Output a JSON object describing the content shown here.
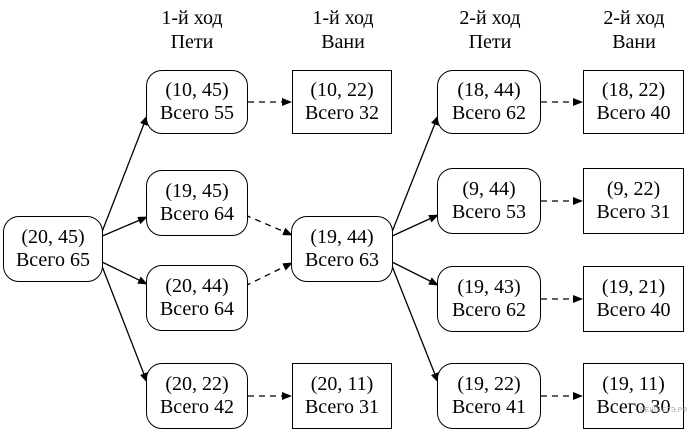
{
  "headers": [
    {
      "line1": "1-й ход",
      "line2": "Пети"
    },
    {
      "line1": "1-й ход",
      "line2": "Вани"
    },
    {
      "line1": "2-й ход",
      "line2": "Пети"
    },
    {
      "line1": "2-й ход",
      "line2": "Вани"
    }
  ],
  "nodes": {
    "root": {
      "pair": "(20, 45)",
      "total": "Всего 65"
    },
    "p1a": {
      "pair": "(10, 45)",
      "total": "Всего 55"
    },
    "p1b": {
      "pair": "(19, 45)",
      "total": "Всего 64"
    },
    "p1c": {
      "pair": "(20, 44)",
      "total": "Всего 64"
    },
    "p1d": {
      "pair": "(20, 22)",
      "total": "Всего 42"
    },
    "v1a": {
      "pair": "(10, 22)",
      "total": "Всего 32"
    },
    "v1b": {
      "pair": "(19, 44)",
      "total": "Всего 63"
    },
    "v1c": {
      "pair": "(20, 11)",
      "total": "Всего 31"
    },
    "p2a": {
      "pair": "(18, 44)",
      "total": "Всего 62"
    },
    "p2b": {
      "pair": "(9, 44)",
      "total": "Всего 53"
    },
    "p2c": {
      "pair": "(19, 43)",
      "total": "Всего 62"
    },
    "p2d": {
      "pair": "(19, 22)",
      "total": "Всего 41"
    },
    "v2a": {
      "pair": "(18, 22)",
      "total": "Всего 40"
    },
    "v2b": {
      "pair": "(9, 22)",
      "total": "Всего 31"
    },
    "v2c": {
      "pair": "(19, 21)",
      "total": "Всего 40"
    },
    "v2d": {
      "pair": "(19, 11)",
      "total": "Всего 30"
    }
  },
  "edges": [
    {
      "from": "root",
      "to": "p1a",
      "style": "solid"
    },
    {
      "from": "root",
      "to": "p1b",
      "style": "solid"
    },
    {
      "from": "root",
      "to": "p1c",
      "style": "solid"
    },
    {
      "from": "root",
      "to": "p1d",
      "style": "solid"
    },
    {
      "from": "p1a",
      "to": "v1a",
      "style": "dashed"
    },
    {
      "from": "p1b",
      "to": "v1b",
      "style": "dashed"
    },
    {
      "from": "p1c",
      "to": "v1b",
      "style": "dashed"
    },
    {
      "from": "p1d",
      "to": "v1c",
      "style": "dashed"
    },
    {
      "from": "v1b",
      "to": "p2a",
      "style": "solid"
    },
    {
      "from": "v1b",
      "to": "p2b",
      "style": "solid"
    },
    {
      "from": "v1b",
      "to": "p2c",
      "style": "solid"
    },
    {
      "from": "v1b",
      "to": "p2d",
      "style": "solid"
    },
    {
      "from": "p2a",
      "to": "v2a",
      "style": "dashed"
    },
    {
      "from": "p2b",
      "to": "v2b",
      "style": "dashed"
    },
    {
      "from": "p2c",
      "to": "v2c",
      "style": "dashed"
    },
    {
      "from": "p2d",
      "to": "v2d",
      "style": "dashed"
    }
  ],
  "watermark": "РЕШУ ЕГЭ.РФ"
}
